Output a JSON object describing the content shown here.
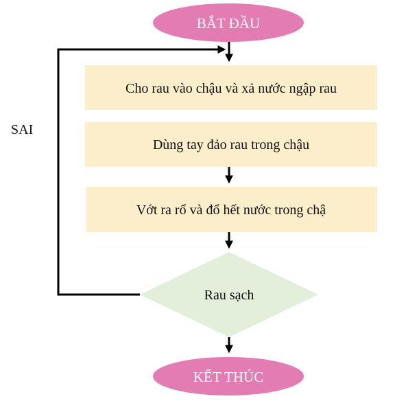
{
  "flowchart": {
    "start_label": "BẮT ĐẦU",
    "end_label": "KẾT THÚC",
    "steps": [
      "Cho rau vào chậu và xả nước ngập rau",
      "Dùng tay đảo rau trong chậu",
      "Vớt ra rổ và đổ hết nước trong chậ"
    ],
    "decision_label": "Rau sạch",
    "false_branch_label": "SAI"
  },
  "colors": {
    "terminal_fill": "#e37cb3",
    "process_fill": "#fdeecb",
    "decision_fill": "#e2efda",
    "line": "#000000"
  }
}
